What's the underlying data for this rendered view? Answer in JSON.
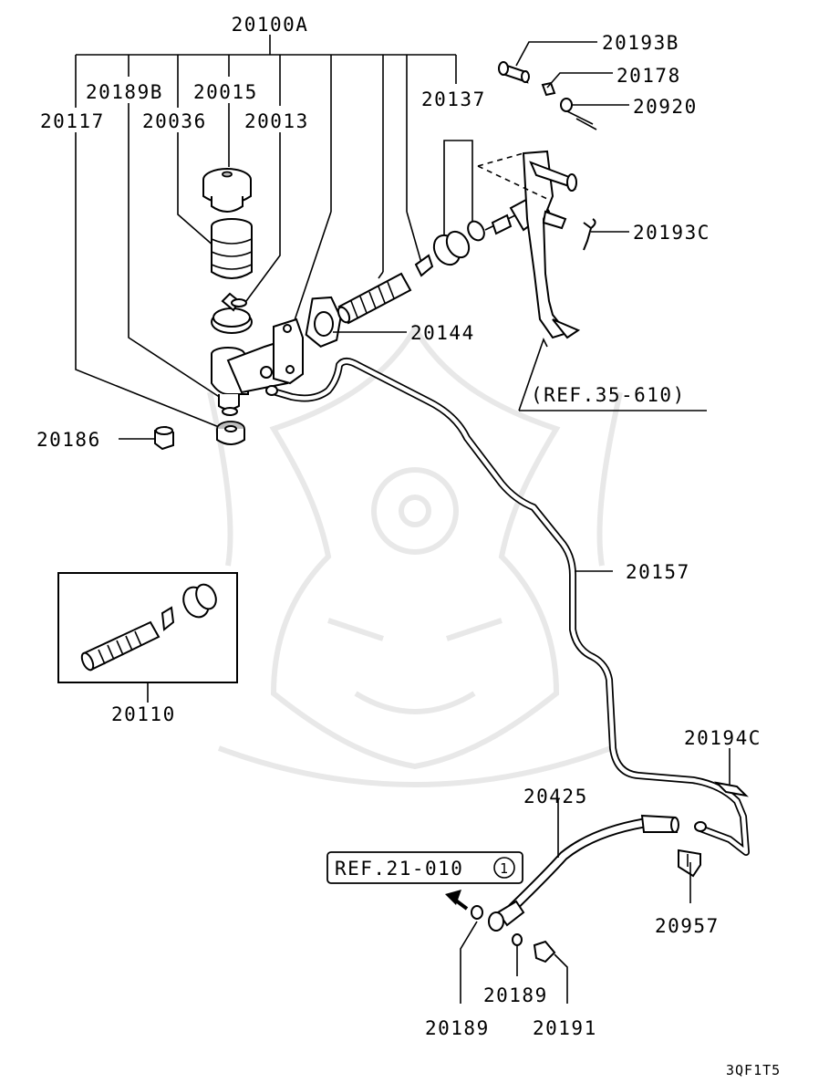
{
  "diagram": {
    "part_numbers": {
      "p20100A": "20100A",
      "p20189B": "20189B",
      "p20015": "20015",
      "p20117": "20117",
      "p20036": "20036",
      "p20013": "20013",
      "p20137": "20137",
      "p20193B": "20193B",
      "p20178": "20178",
      "p20920": "20920",
      "p20193C": "20193C",
      "p20144": "20144",
      "p20186": "20186",
      "p20157": "20157",
      "p20110": "20110",
      "p20194C": "20194C",
      "p20425": "20425",
      "p20957": "20957",
      "p20189a": "20189",
      "p20189b": "20189",
      "p20191": "20191"
    },
    "references": {
      "ref_pedal": "(REF.35-610)",
      "ref_clutch": "REF.21-010",
      "ref_clutch_index": "1"
    },
    "diagram_code": "3QF1T5"
  }
}
